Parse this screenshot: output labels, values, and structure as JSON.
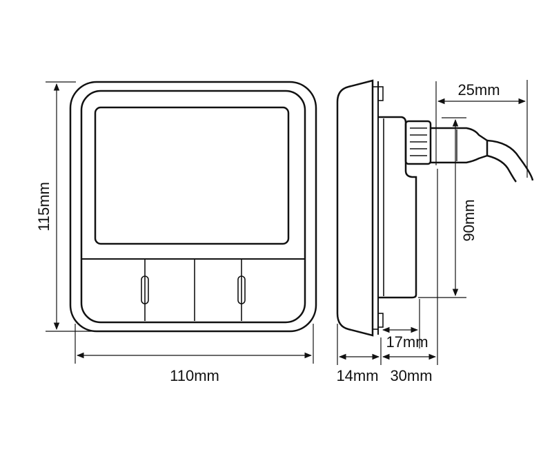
{
  "dimensions": {
    "front_height": "115mm",
    "front_width": "110mm",
    "side_depth_front": "14mm",
    "side_depth_back": "30mm",
    "cable_clearance": "25mm",
    "rear_housing_height": "90mm",
    "rear_depth": "17mm"
  },
  "colors": {
    "line": "#111111",
    "background": "#ffffff"
  }
}
